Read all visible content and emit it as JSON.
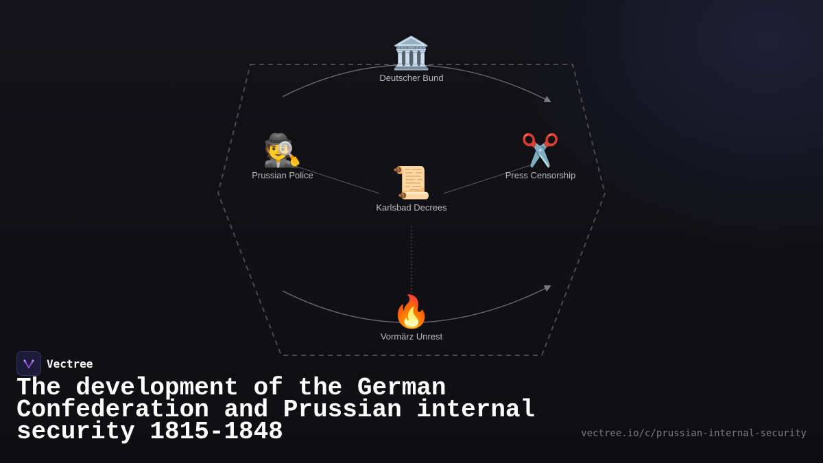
{
  "diagram": {
    "nodes": [
      {
        "id": "deutscher-bund",
        "emoji": "🏛️",
        "icon": "classical-building-icon",
        "label": "Deutscher Bund"
      },
      {
        "id": "prussian-police",
        "emoji": "🕵️",
        "icon": "detective-icon",
        "label": "Prussian Police"
      },
      {
        "id": "karlsbad-decrees",
        "emoji": "📜",
        "icon": "scroll-icon",
        "label": "Karlsbad Decrees"
      },
      {
        "id": "press-censorship",
        "emoji": "✂️",
        "icon": "scissors-icon",
        "label": "Press Censorship"
      },
      {
        "id": "vormarz-unrest",
        "emoji": "🔥",
        "icon": "fire-icon",
        "label": "Vormärz Unrest"
      }
    ]
  },
  "brand": {
    "name": "Vectree",
    "icon": "vectree-logo-icon",
    "accent_color": "#9b5de5"
  },
  "title": "The development of the German Confederation and Prussian internal security 1815-1848",
  "url": "vectree.io/c/prussian-internal-security"
}
